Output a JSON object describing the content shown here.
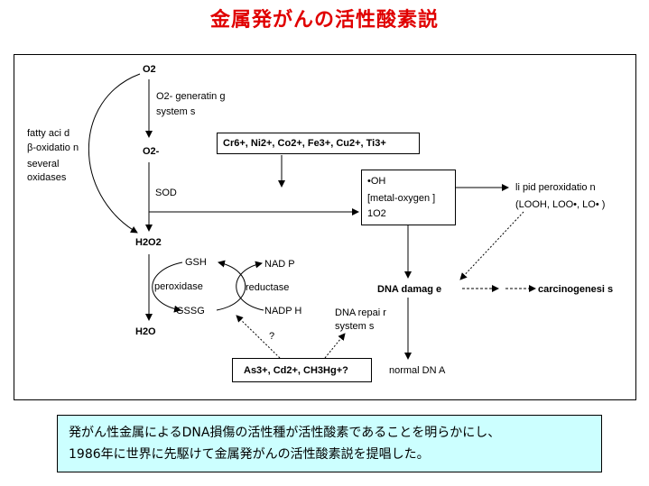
{
  "title": "金属発がんの活性酸素説",
  "o2": "O2",
  "o2_generating": [
    "O2- generatin g",
    "system s"
  ],
  "fatty_acid": [
    "fatty aci d",
    "β-oxidatio n",
    "several",
    "oxidases"
  ],
  "superoxide": "O2-",
  "metals": "Cr6+, Ni2+, Co2+, Fe3+, Cu2+, Ti3+",
  "sod": "SOD",
  "h2o2": "H2O2",
  "reactive": [
    "•OH",
    "[metal-oxygen ]",
    "1O2"
  ],
  "lipid": [
    "li pid peroxidatio n",
    "(LOOH, LOO•, LO•  )"
  ],
  "gsh": "GSH",
  "nadp": "NAD P",
  "peroxidase": "peroxidase",
  "reductase": "reductase",
  "gssg": "GSSG",
  "nadph": "NADP H",
  "h2o": "H2O",
  "dna_damage": "DNA damag e",
  "carcinogenesis": "carcinogenesi s",
  "dna_repair": [
    "DNA repai r",
    "system s"
  ],
  "question": "?",
  "inhibitors": "As3+, Cd2+, CH3Hg+?",
  "normal_dna": "normal DN A",
  "caption": [
    "発がん性金属によるDNA損傷の活性種が活性酸素であることを明らかにし、",
    "1986年に世界に先駆けて金属発がんの活性酸素説を提唱した。"
  ]
}
